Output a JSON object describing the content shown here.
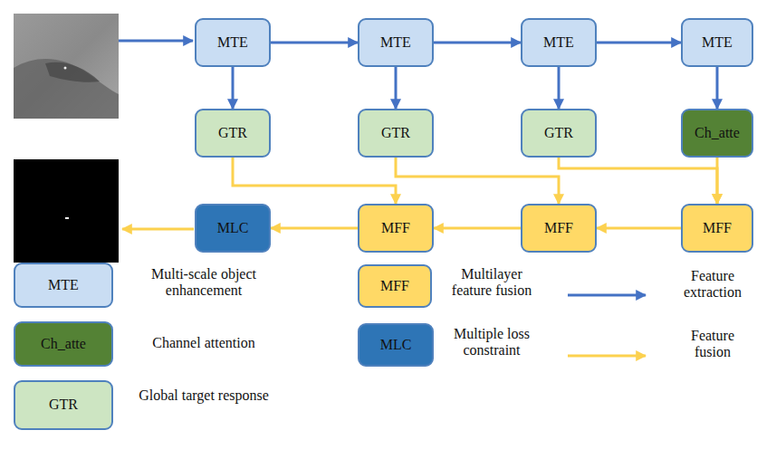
{
  "diagram": {
    "nodes": [
      {
        "text": [
          "MTE"
        ]
      },
      {
        "text": [
          "MTE"
        ]
      },
      {
        "text": [
          "MTE"
        ]
      },
      {
        "text": [
          "MTE"
        ]
      },
      {
        "text": [
          "GTR"
        ]
      },
      {
        "text": [
          "GTR"
        ]
      },
      {
        "text": [
          "GTR"
        ]
      },
      {
        "text": [
          "Ch_atte"
        ]
      },
      {
        "text": [
          "MLC"
        ]
      },
      {
        "text": [
          "MFF"
        ]
      },
      {
        "text": [
          "MFF"
        ]
      },
      {
        "text": [
          "MFF"
        ]
      }
    ],
    "edges": [
      {
        "from": 0,
        "to": 1,
        "arrow": "to"
      },
      {
        "from": 1,
        "to": 2,
        "arrow": "to"
      },
      {
        "from": 2,
        "to": 3,
        "arrow": "to"
      },
      {
        "from": 0,
        "to": 4,
        "arrow": "to"
      },
      {
        "from": 1,
        "to": 5,
        "arrow": "to"
      },
      {
        "from": 2,
        "to": 6,
        "arrow": "to"
      },
      {
        "from": 3,
        "to": 7,
        "arrow": "to"
      },
      {
        "from": 4,
        "to": 9,
        "arrow": "to"
      },
      {
        "from": 5,
        "to": 10,
        "arrow": "to"
      },
      {
        "from": 6,
        "to": 11,
        "arrow": "to"
      },
      {
        "from": 7,
        "to": 11,
        "arrow": "to"
      },
      {
        "from": 11,
        "to": 10,
        "arrow": "to"
      },
      {
        "from": 10,
        "to": 9,
        "arrow": "to"
      },
      {
        "from": 9,
        "to": 8,
        "arrow": "to"
      }
    ],
    "labels": [
      "MTE",
      "MFF",
      "Ch_atte",
      "MLC",
      "GTR"
    ],
    "legend": [
      {
        "text": "Multi-scale object enhancement",
        "color": "#c9ddf3"
      },
      {
        "text": "Multilayer feature fusion",
        "color": "#ffd966"
      },
      {
        "text": "Feature extraction"
      },
      {
        "text": "Channel attention",
        "color": "#548235"
      },
      {
        "text": "Multiple loss constraint",
        "color": "#2e75b6"
      },
      {
        "text": "Feature fusion"
      },
      {
        "text": "Global target response",
        "color": "#cde5c2"
      }
    ]
  }
}
